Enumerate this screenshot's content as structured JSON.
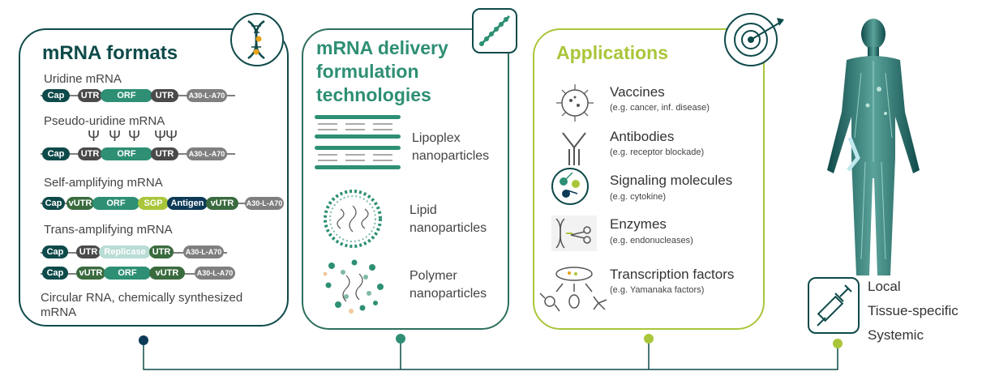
{
  "formats": {
    "title": "mRNA formats",
    "uridine": "Uridine mRNA",
    "pseudo": "Pseudo-uridine mRNA",
    "psi": "Ψ",
    "self_amp": "Self-amplifying mRNA",
    "trans_amp": "Trans-amplifying mRNA",
    "circular": "Circular RNA, chemically synthesized",
    "circular2": "mRNA",
    "seg_cap": "Cap",
    "seg_utr": "UTR",
    "seg_orf": "ORF",
    "seg_tail": "A30-L-A70",
    "seg_vutr": "vUTR",
    "seg_sgp": "SGP",
    "seg_antigen": "Antigen",
    "seg_replicase": "Replicase"
  },
  "delivery": {
    "title1": "mRNA delivery",
    "title2": "formulation",
    "title3": "technologies",
    "lipoplex1": "Lipoplex",
    "lipoplex2": "nanoparticles",
    "lipid1": "Lipid",
    "lipid2": "nanoparticles",
    "polymer1": "Polymer",
    "polymer2": "nanoparticles"
  },
  "applications": {
    "title": "Applications",
    "items": [
      {
        "name": "Vaccines",
        "sub": "(e.g. cancer, inf. disease)"
      },
      {
        "name": "Antibodies",
        "sub": "(e.g. receptor blockade)"
      },
      {
        "name": "Signaling molecules",
        "sub": "(e.g. cytokine)"
      },
      {
        "name": "Enzymes",
        "sub": "(e.g. endonucleases)"
      },
      {
        "name": "Transcription factors",
        "sub": "(e.g. Yamanaka factors)"
      }
    ]
  },
  "routes": [
    "Local",
    "Tissue-specific",
    "Systemic"
  ],
  "colors": {
    "dark_teal": "#0f4a4a",
    "teal": "#2e8f74",
    "lime": "#a9c63a",
    "navy": "#0d3a57",
    "grey_seg": "#4a4a4a",
    "tail_grey": "#7f7f7f"
  }
}
